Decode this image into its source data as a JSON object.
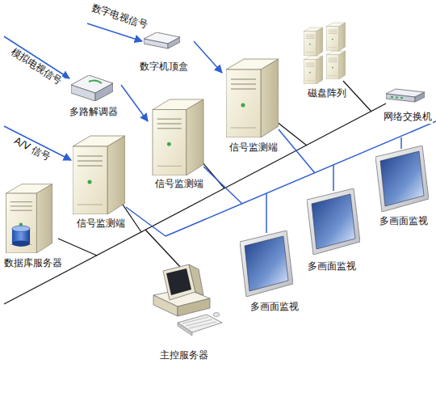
{
  "diagram": {
    "nodes": [
      {
        "text": [
          "数字机顶盒"
        ]
      },
      {
        "text": [
          "磁盘阵列"
        ]
      },
      {
        "text": [
          "多路解调器"
        ]
      },
      {
        "text": [
          "网络交换机"
        ]
      },
      {
        "text": [
          "信号监测端"
        ]
      },
      {
        "text": [
          "信号监测端"
        ]
      },
      {
        "text": [
          "信号监测端"
        ]
      },
      {
        "text": [
          "多画面监视"
        ]
      },
      {
        "text": [
          "数据库服务器"
        ]
      },
      {
        "text": [
          "多画面监视"
        ]
      },
      {
        "text": [
          "多画面监视"
        ]
      },
      {
        "text": [
          "主控服务器"
        ]
      }
    ],
    "edges": [
      {
        "from": 0,
        "to": 4,
        "arrow": "to"
      },
      {
        "from": 2,
        "to": 5,
        "arrow": "to"
      }
    ],
    "labels": [
      "数字电视信号",
      "模拟电视信号",
      "A/V 信号"
    ]
  }
}
